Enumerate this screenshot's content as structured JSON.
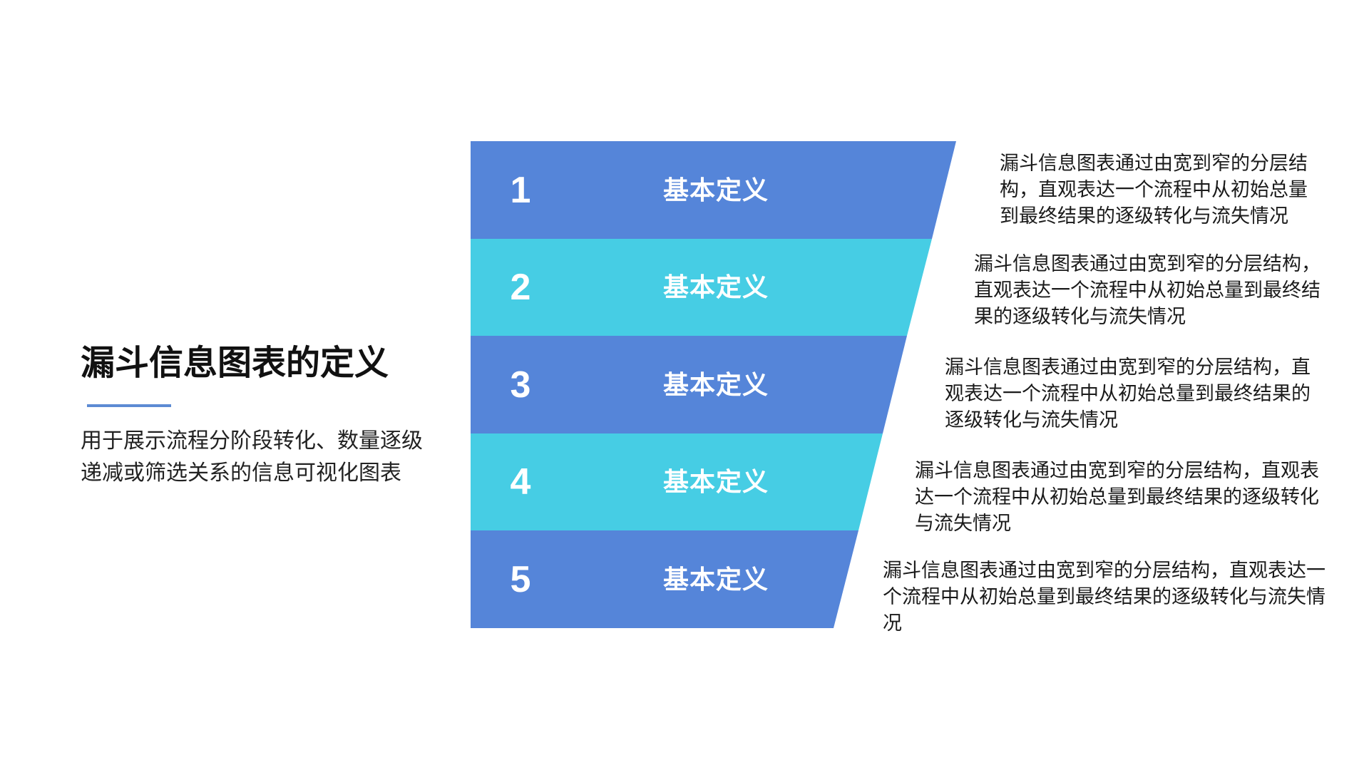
{
  "slide": {
    "background_color": "#ffffff"
  },
  "left_panel": {
    "title": "漏斗信息图表的定义",
    "underline_color": "#5d8bd3",
    "description_full": "用于展示流程分阶段转化、数量逐级递减或筛选关系的信息可视化图表",
    "description_lines": [
      "用于展示流程分阶段转化、数量逐级",
      "递减或筛选关系的信息可视化图表"
    ]
  },
  "funnel": {
    "type": "funnel-diagram",
    "text_color": "#ffffff",
    "stages": [
      {
        "number": "1",
        "label": "基本定义",
        "color": "#5585d9"
      },
      {
        "number": "2",
        "label": "基本定义",
        "color": "#46cde4"
      },
      {
        "number": "3",
        "label": "基本定义",
        "color": "#5585d9"
      },
      {
        "number": "4",
        "label": "基本定义",
        "color": "#46cde4"
      },
      {
        "number": "5",
        "label": "基本定义",
        "color": "#5585d9"
      }
    ]
  },
  "annotations": [
    {
      "full_text": "漏斗信息图表通过由宽到窄的分层结构，直观表达一个流程中从初始总量到最终结果的逐级转化与流失情况",
      "lines": [
        "漏斗信息图表通过由宽到窄的分层结",
        "构，直观表达一个流程中从初始总量",
        "到最终结果的逐级转化与流失情况"
      ]
    },
    {
      "full_text": "漏斗信息图表通过由宽到窄的分层结构，直观表达一个流程中从初始总量到最终结果的逐级转化与流失情况",
      "lines": [
        "漏斗信息图表通过由宽到窄的分层结构，",
        "直观表达一个流程中从初始总量到最终结",
        "果的逐级转化与流失情况"
      ]
    },
    {
      "full_text": "漏斗信息图表通过由宽到窄的分层结构，直观表达一个流程中从初始总量到最终结果的逐级转化与流失情况",
      "lines": [
        "漏斗信息图表通过由宽到窄的分层结构，直",
        "观表达一个流程中从初始总量到最终结果的",
        "逐级转化与流失情况"
      ]
    },
    {
      "full_text": "漏斗信息图表通过由宽到窄的分层结构，直观表达一个流程中从初始总量到最终结果的逐级转化与流失情况",
      "lines": [
        "漏斗信息图表通过由宽到窄的分层结构，直观表",
        "达一个流程中从初始总量到最终结果的逐级转化",
        "与流失情况"
      ]
    },
    {
      "full_text": "漏斗信息图表通过由宽到窄的分层结构，直观表达一个流程中从初始总量到最终结果的逐级转化与流失情况",
      "lines": [
        "漏斗信息图表通过由宽到窄的分层结构，直观表达一",
        "个流程中从初始总量到最终结果的逐级转化与流失情",
        "况"
      ]
    }
  ]
}
